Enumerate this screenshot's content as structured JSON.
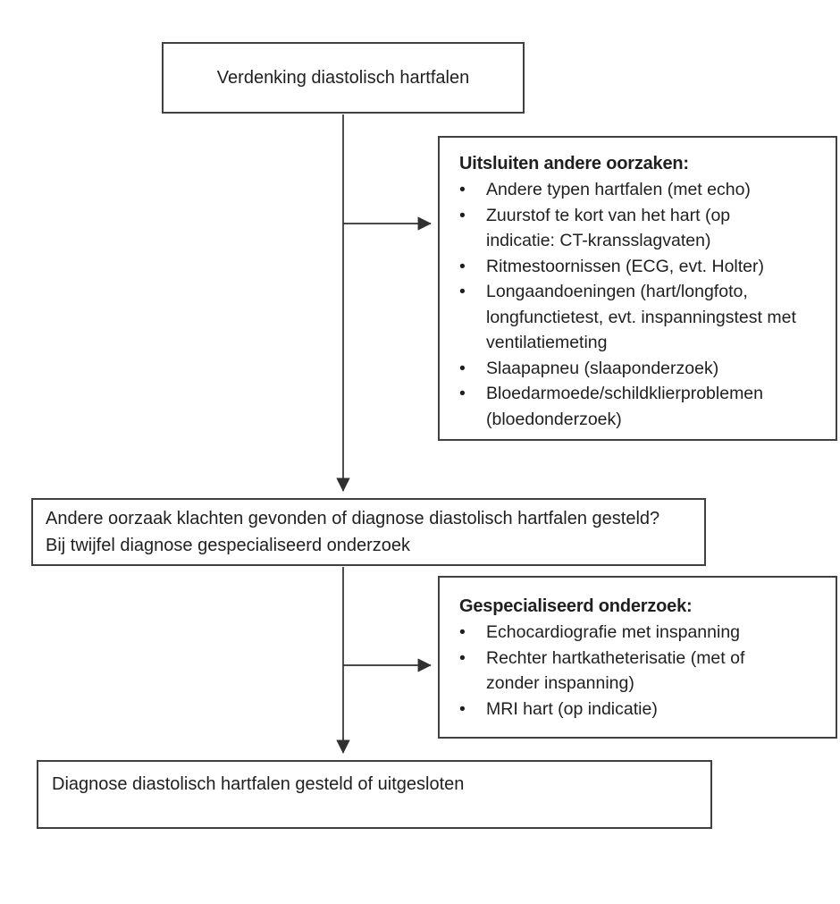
{
  "diagram": {
    "boxes": {
      "suspicion": {
        "text": "Verdenking diastolisch hartfalen"
      },
      "exclusion": {
        "title": "Uitsluiten andere oorzaken:",
        "bullets": [
          "Andere typen hartfalen (met echo)",
          "Zuurstof te kort van het hart (op indicatie: CT-kransslagvaten)",
          "Ritmestoornissen (ECG, evt. Holter)",
          "Longaandoeningen (hart/longfoto, longfunctietest, evt. inspanningstest met ventilatiemeting",
          "Slaapapneu (slaaponderzoek)",
          "Bloedarmoede/schildklierproblemen (bloedonderzoek)"
        ]
      },
      "decision": {
        "line1": "Andere oorzaak klachten gevonden of diagnose diastolisch hartfalen gesteld?",
        "line2": "Bij twijfel diagnose gespecialiseerd onderzoek"
      },
      "specialized": {
        "title": "Gespecialiseerd onderzoek:",
        "bullets": [
          "Echocardiografie met inspanning",
          "Rechter hartkatheterisatie (met of zonder inspanning)",
          "MRI hart (op indicatie)"
        ]
      },
      "final": {
        "text": "Diagnose diastolisch hartfalen gesteld of uitgesloten"
      }
    },
    "colors": {
      "background": "#ffffff",
      "box_border": "#404040",
      "connector": "#303030",
      "text": "#1f1f1f"
    }
  }
}
